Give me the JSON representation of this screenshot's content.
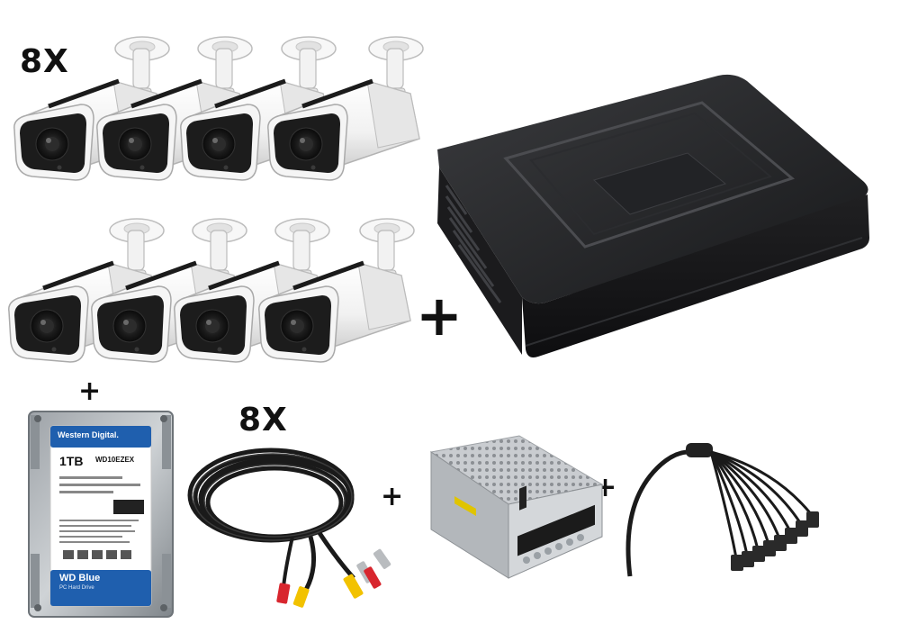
{
  "labels": {
    "cameras_qty": "8X",
    "cables_qty": "8X"
  },
  "plus_signs": {
    "dvr": "+",
    "hdd": "+",
    "cable": "+",
    "psu": "+"
  },
  "hdd": {
    "brand": "Western Digital.",
    "capacity": "1TB",
    "model": "WD10EZEX",
    "series": "WD Blue",
    "series_sub": "PC Hard Drive"
  },
  "colors": {
    "camera_body": "#f4f4f4",
    "camera_face": "#1c1c1c",
    "dvr_body": "#1d1d1f",
    "hdd_blue": "#1f5fae",
    "cable": "#1a1a1a",
    "rca_yellow": "#f2c200",
    "rca_red": "#d8262e",
    "psu_metal": "#c9ccd0"
  }
}
